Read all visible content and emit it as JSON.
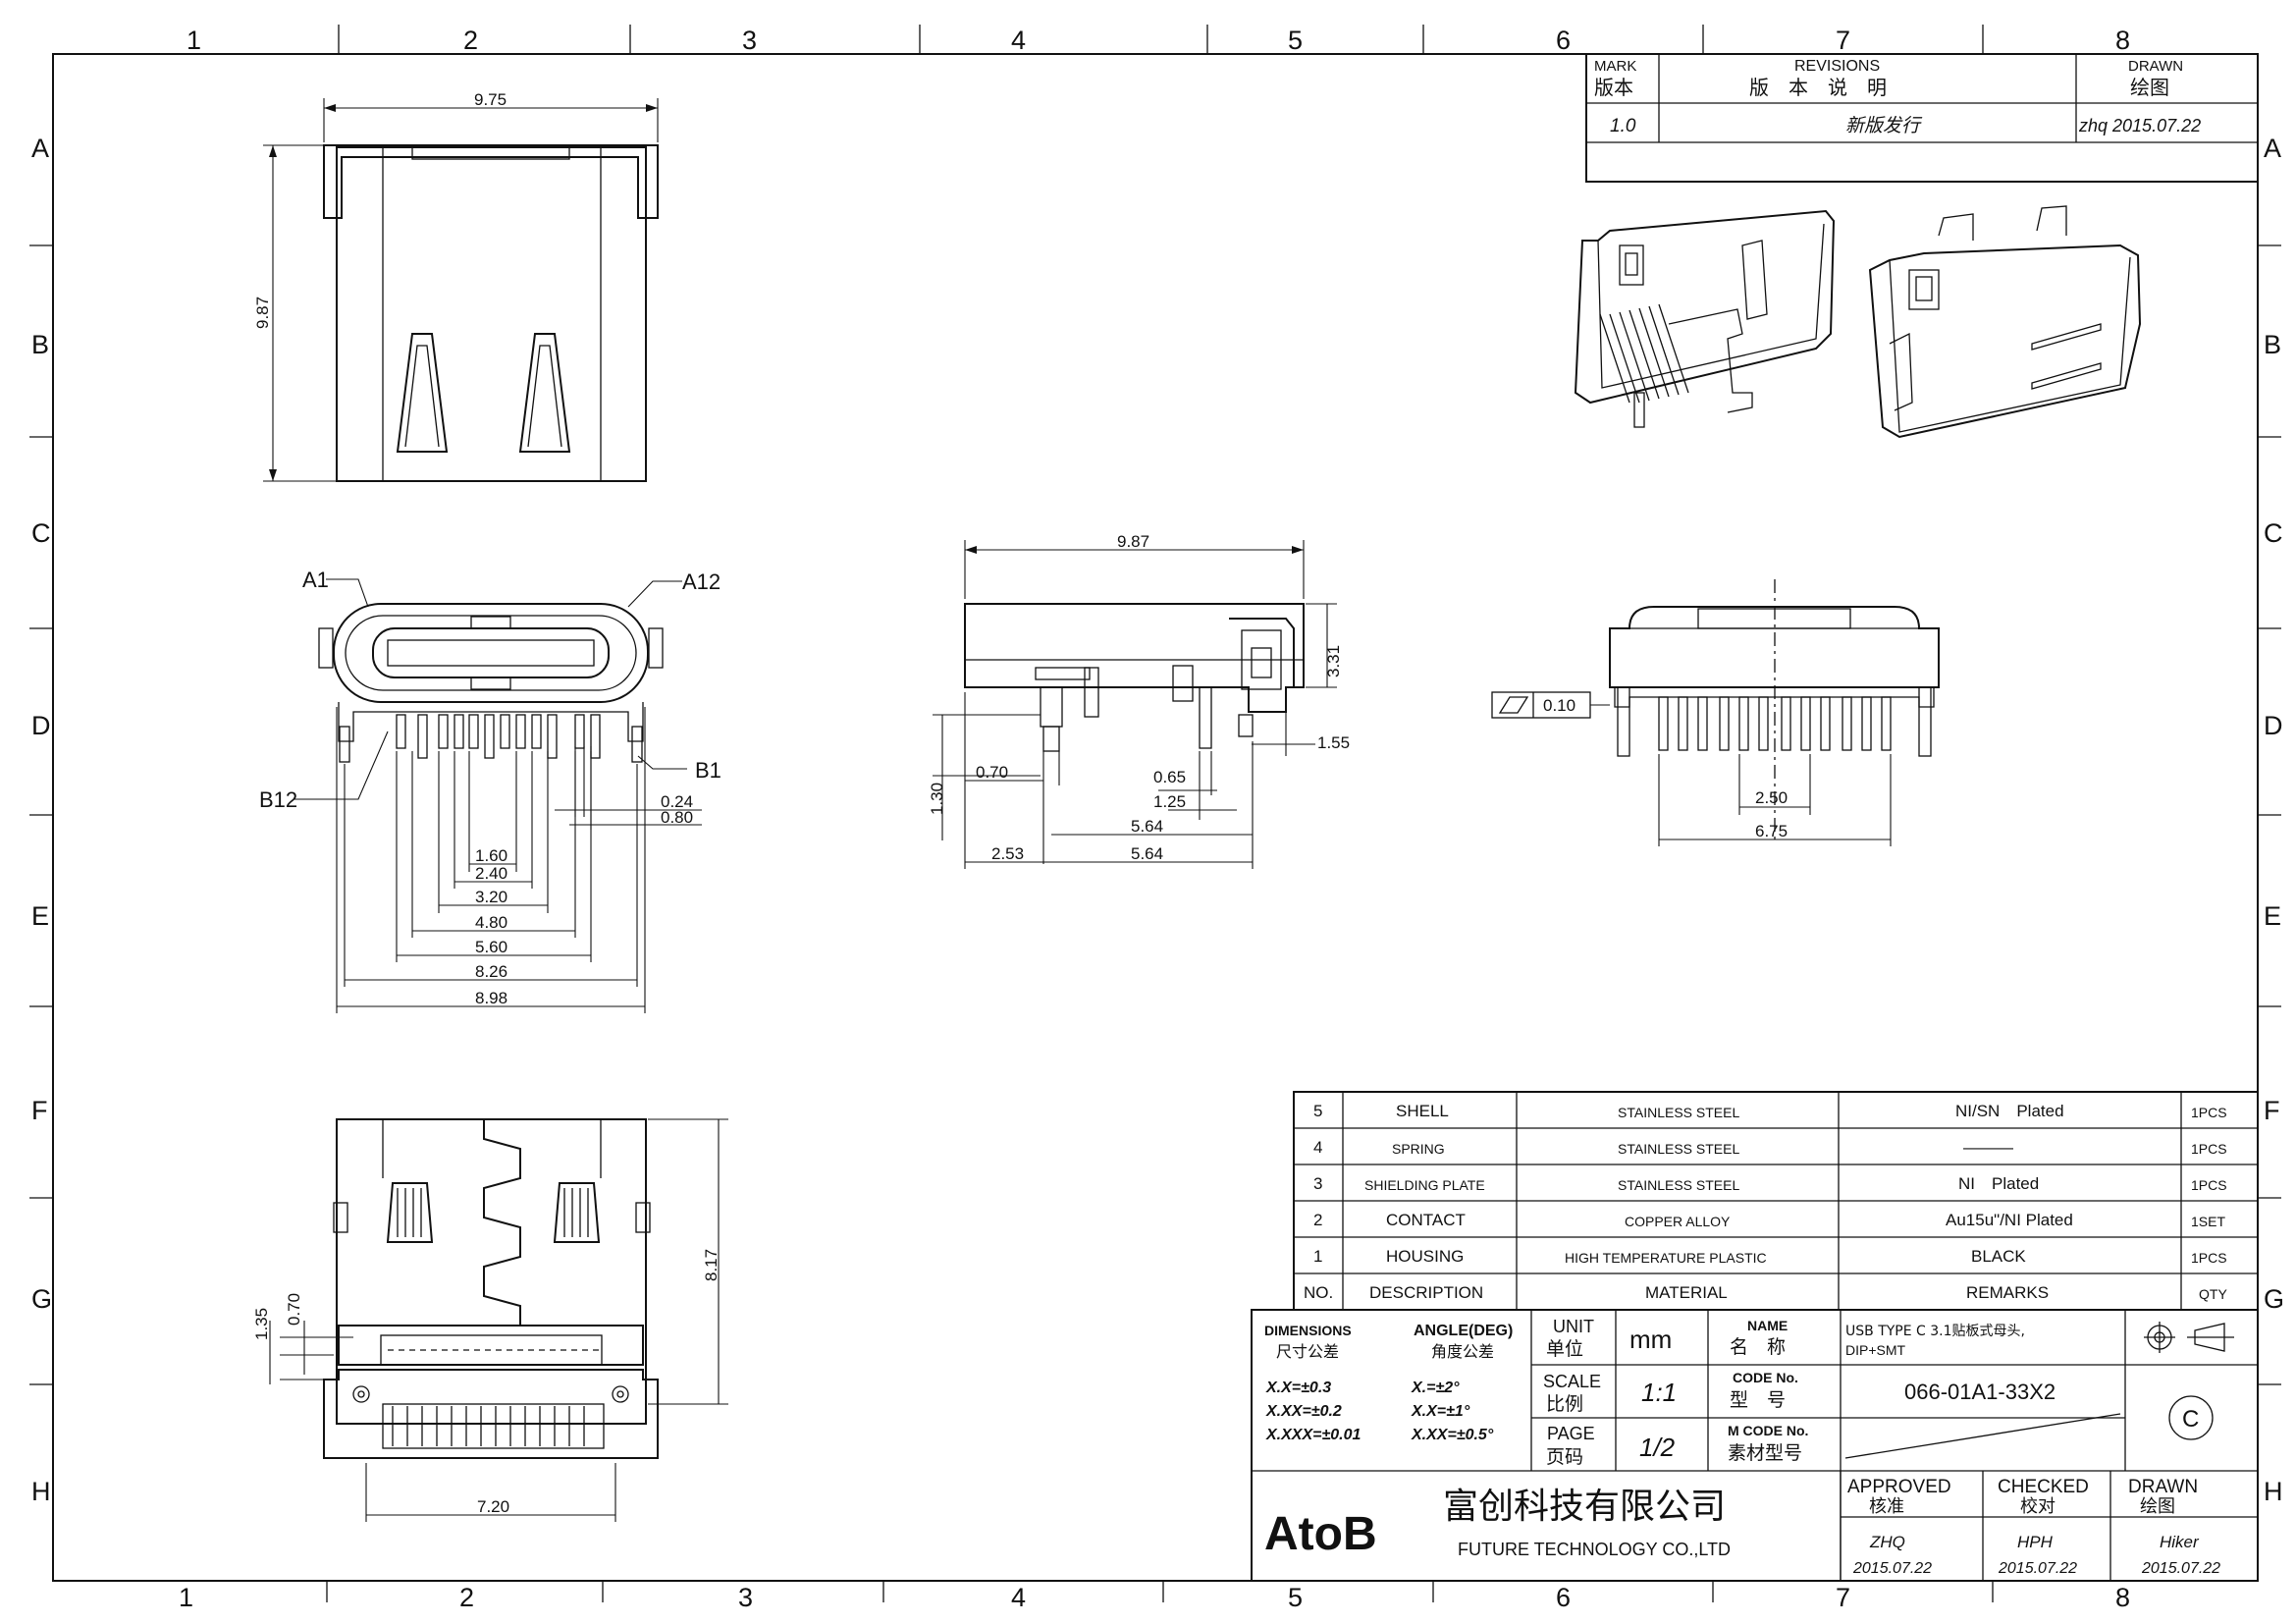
{
  "frame": {
    "columns": [
      "1",
      "2",
      "3",
      "4",
      "5",
      "6",
      "7",
      "8"
    ],
    "rows": [
      "A",
      "B",
      "C",
      "D",
      "E",
      "F",
      "G",
      "H"
    ]
  },
  "revisions": {
    "mark_en": "MARK",
    "mark_cn": "版本",
    "revisions_en": "REVISIONS",
    "revisions_cn": "版　本　说　明",
    "drawn_en": "DRAWN",
    "drawn_cn": "绘图",
    "row": {
      "mark": "1.0",
      "desc": "新版发行",
      "drawn": "zhq 2015.07.22"
    }
  },
  "pin_labels": {
    "a1": "A1",
    "a12": "A12",
    "b1": "B1",
    "b12": "B12"
  },
  "dims": {
    "top_width": "9.75",
    "top_height": "9.87",
    "side_width": "9.87",
    "side_height": "3.31",
    "side_155": "1.55",
    "side_130": "1.30",
    "side_070": "0.70",
    "side_065": "0.65",
    "side_125": "1.25",
    "side_564a": "5.64",
    "side_564b": "5.64",
    "side_253": "2.53",
    "front_024": "0.24",
    "front_080": "0.80",
    "front_160": "1.60",
    "front_240": "2.40",
    "front_320": "3.20",
    "front_480": "4.80",
    "front_560": "5.60",
    "front_826": "8.26",
    "front_898": "8.98",
    "rear_250": "2.50",
    "rear_675": "6.75",
    "flatness": "0.10",
    "bottom_817": "8.17",
    "bottom_720": "7.20",
    "bottom_135": "1.35",
    "bottom_070": "0.70"
  },
  "bom": {
    "rows": [
      {
        "no": "5",
        "desc": "SHELL",
        "material": "STAINLESS STEEL",
        "remarks": "NI/SN　Plated",
        "qty": "1PCS"
      },
      {
        "no": "4",
        "desc": "SPRING",
        "material": "STAINLESS STEEL",
        "remarks": "———",
        "qty": "1PCS"
      },
      {
        "no": "3",
        "desc": "SHIELDING PLATE",
        "material": "STAINLESS STEEL",
        "remarks": "NI　Plated",
        "qty": "1PCS"
      },
      {
        "no": "2",
        "desc": "CONTACT",
        "material": "COPPER ALLOY",
        "remarks": "Au15u\"/NI Plated",
        "qty": "1SET"
      },
      {
        "no": "1",
        "desc": "HOUSING",
        "material": "HIGH TEMPERATURE PLASTIC",
        "remarks": "BLACK",
        "qty": "1PCS"
      }
    ],
    "header": {
      "no": "NO.",
      "desc": "DESCRIPTION",
      "material": "MATERIAL",
      "remarks": "REMARKS",
      "qty": "QTY"
    }
  },
  "title_block": {
    "dimensions_en": "DIMENSIONS",
    "dimensions_cn": "尺寸公差",
    "tol1": "X.X=±0.3",
    "tol2": "X.XX=±0.2",
    "tol3": "X.XXX=±0.01",
    "angle_en": "ANGLE(DEG)",
    "angle_cn": "角度公差",
    "ang1": "X.=±2°",
    "ang2": "X.X=±1°",
    "ang3": "X.XX=±0.5°",
    "unit_en": "UNIT",
    "unit_cn": "单位",
    "unit_val": "mm",
    "scale_en": "SCALE",
    "scale_cn": "比例",
    "scale_val": "1:1",
    "page_en": "PAGE",
    "page_cn": "页码",
    "page_val": "1/2",
    "name_en": "NAME",
    "name_cn": "名　称",
    "name_val1": "USB TYPE C 3.1贴板式母头,",
    "name_val2": "DIP+SMT",
    "code_en": "CODE No.",
    "code_cn": "型　号",
    "code_val": "066-01A1-33X2",
    "mcode_en": "M CODE No.",
    "mcode_cn": "素材型号",
    "copyright": "C",
    "logo": "AtoB",
    "company_cn": "富创科技有限公司",
    "company_en": "FUTURE TECHNOLOGY CO.,LTD",
    "approved_en": "APPROVED",
    "approved_cn": "核准",
    "checked_en": "CHECKED",
    "checked_cn": "校对",
    "drawn_en": "DRAWN",
    "drawn_cn": "绘图",
    "approved_by": "ZHQ",
    "checked_by": "HPH",
    "drawn_by": "Hiker",
    "approved_date": "2015.07.22",
    "checked_date": "2015.07.22",
    "drawn_date": "2015.07.22"
  }
}
